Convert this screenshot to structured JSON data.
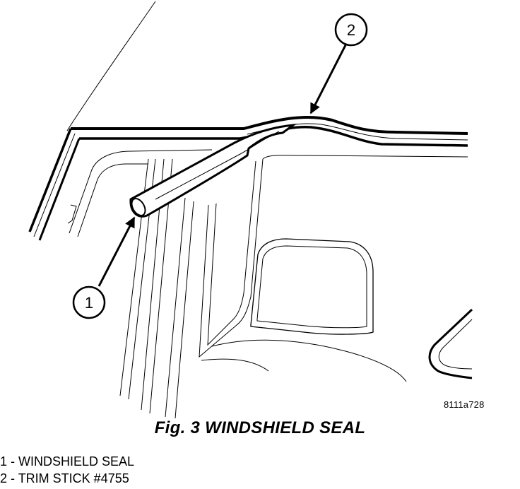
{
  "figure": {
    "caption": "Fig. 3 WINDSHIELD SEAL",
    "reference_code": "8111a728"
  },
  "callouts": [
    {
      "number": "1"
    },
    {
      "number": "2"
    }
  ],
  "legend": [
    {
      "number": "1",
      "separator": " - ",
      "label": "WINDSHIELD SEAL"
    },
    {
      "number": "2",
      "separator": " - ",
      "label": "TRIM STICK #4755"
    }
  ]
}
